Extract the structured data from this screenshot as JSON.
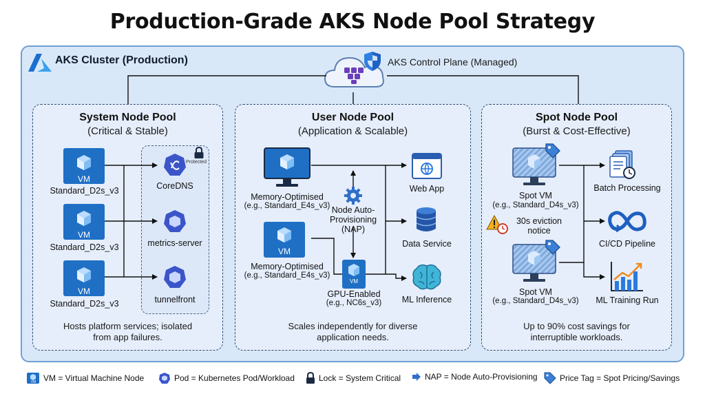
{
  "title": "Production-Grade AKS Node Pool Strategy",
  "cluster_label": "AKS Cluster (Production)",
  "control_plane_label": "AKS Control Plane (Managed)",
  "pools": {
    "system": {
      "title": "System Node Pool",
      "subtitle": "(Critical & Stable)",
      "vm_text": "VM",
      "vm_labels": [
        "Standard_D2s_v3",
        "Standard_D2s_v3",
        "Standard_D2s_v3"
      ],
      "protected_label": "Protected",
      "pods": [
        "CoreDNS",
        "metrics-server",
        "tunnelfront"
      ],
      "footer": [
        "Hosts platform services; isolated",
        "from app failures."
      ]
    },
    "user": {
      "title": "User Node Pool",
      "subtitle": "(Application & Scalable)",
      "vm1": [
        "Memory-Optimised",
        "(e.g., Standard_E4s_v3)"
      ],
      "vm2_text": "VM",
      "vm2": [
        "Memory-Optimised",
        "(e.g., Standard_E4s_v3)"
      ],
      "nap": [
        "Node Auto-",
        "Provisioning",
        "(NAP)"
      ],
      "gpu_text": "VM",
      "gpu": [
        "GPU-Enabled",
        "(e.g., NC6s_v3)"
      ],
      "services": [
        "Web App",
        "Data Service",
        "ML Inference"
      ],
      "footer": [
        "Scales independently for diverse",
        "application needs."
      ]
    },
    "spot": {
      "title": "Spot Node Pool",
      "subtitle": "(Burst & Cost-Effective)",
      "vm1": [
        "Spot VM",
        "(e.g., Standard_D4s_v3)"
      ],
      "eviction": [
        "30s eviction",
        "notice"
      ],
      "vm2": [
        "Spot VM",
        "(e.g., Standard_D4s_v3)"
      ],
      "workloads": [
        "Batch Processing",
        "CI/CD Pipeline",
        "ML Training Run"
      ],
      "footer": [
        "Up to 90% cost savings for",
        "interruptible workloads."
      ]
    }
  },
  "legend": {
    "vm": "VM = Virtual Machine Node",
    "vm_icon_text": "VM",
    "pod": "Pod = Kubernetes Pod/Workload",
    "lock": "Lock = System Critical",
    "nap": "NAP = Node Auto-Provisioning",
    "tag": "Price Tag = Spot Pricing/Savings"
  },
  "colors": {
    "cluster_bg": "#d9e8f8",
    "pool_bg": "#e6eefb",
    "vm_blue": "#1f6fc5",
    "pod_blue": "#3b55c9",
    "line": "#111111"
  }
}
